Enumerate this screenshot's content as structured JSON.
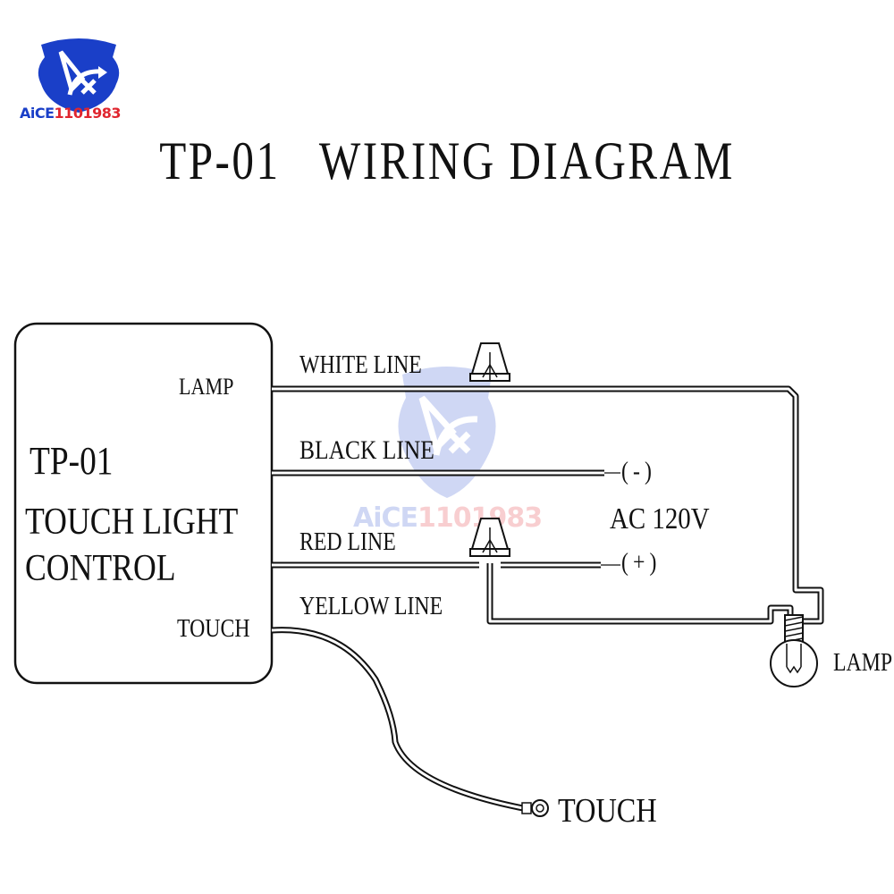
{
  "brand": {
    "logo_text_blue": "AiCE",
    "logo_text_red": "1101983",
    "blue": "#1a3fc8",
    "red": "#e0262f"
  },
  "title": "TP-01   WIRING DIAGRAM",
  "module": {
    "model": "TP-01",
    "name_line1": "TOUCH LIGHT",
    "name_line2": "CONTROL",
    "terminal_lamp": "LAMP",
    "terminal_touch": "TOUCH"
  },
  "wires": {
    "white": "WHITE LINE",
    "black": "BLACK LINE",
    "red": "RED LINE",
    "yellow": "YELLOW LINE"
  },
  "supply": {
    "negative": "(-)",
    "positive": "(+)",
    "voltage": "AC 120V"
  },
  "loads": {
    "lamp": "LAMP",
    "touch": "TOUCH"
  },
  "icons": {
    "wire_nut_count": 2,
    "bulb": "light-bulb-icon",
    "ring_terminal": "ring-terminal-icon"
  }
}
